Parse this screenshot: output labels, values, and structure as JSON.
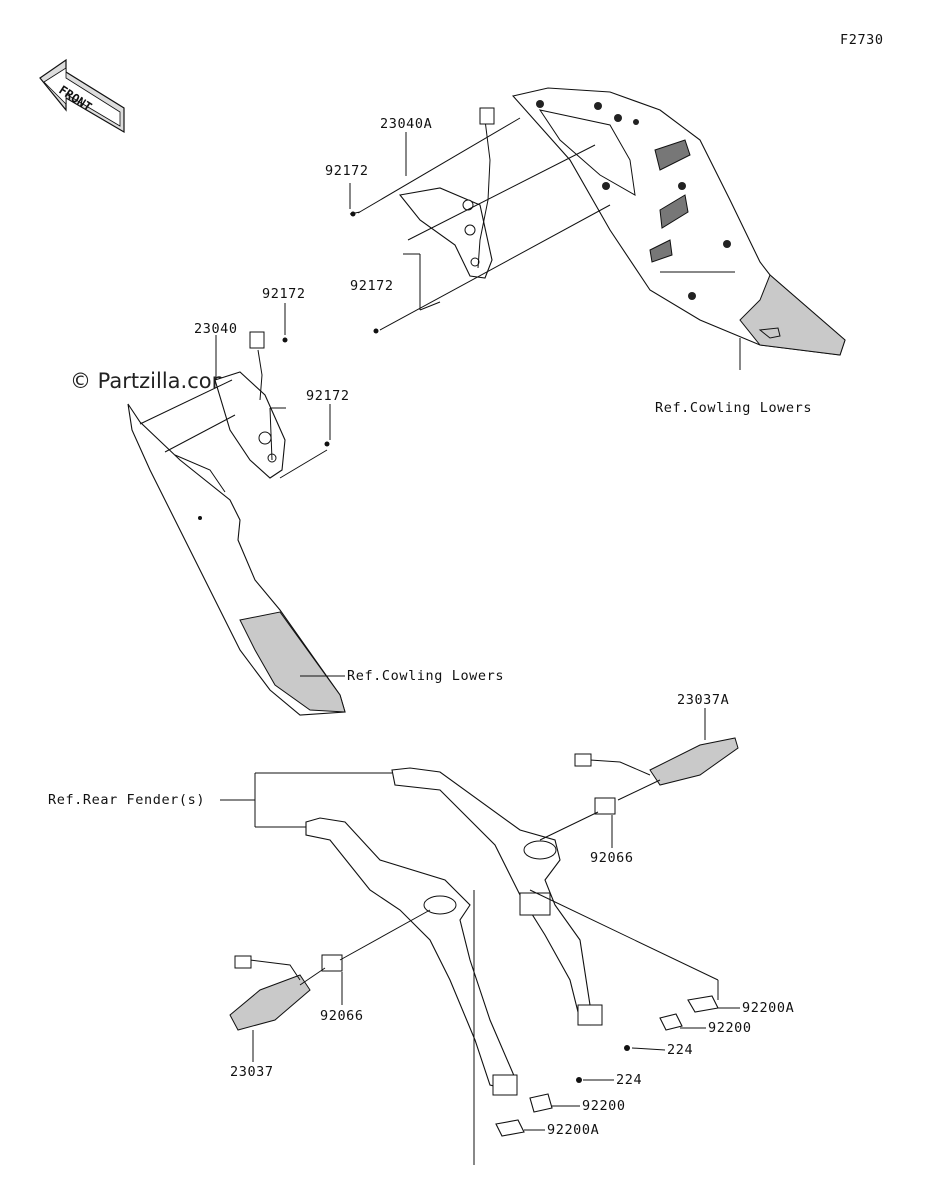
{
  "diagram_code": "F2730",
  "watermark": "© Partzilla.com",
  "front_arrow_label": "FRONT",
  "labels": {
    "p23040A": "23040A",
    "p92172_a": "92172",
    "p92172_b": "92172",
    "p23040": "23040",
    "p92172_c": "92172",
    "p92172_d": "92172",
    "ref_cowling_upper": "Ref.Cowling Lowers",
    "ref_cowling_lower": "Ref.Cowling Lowers",
    "p23037A": "23037A",
    "ref_rear_fender": "Ref.Rear Fender(s)",
    "p92066_a": "92066",
    "p92066_b": "92066",
    "p23037": "23037",
    "p92200A_a": "92200A",
    "p92200_a": "92200",
    "p224_a": "224",
    "p224_b": "224",
    "p92200_b": "92200",
    "p92200A_b": "92200A"
  }
}
